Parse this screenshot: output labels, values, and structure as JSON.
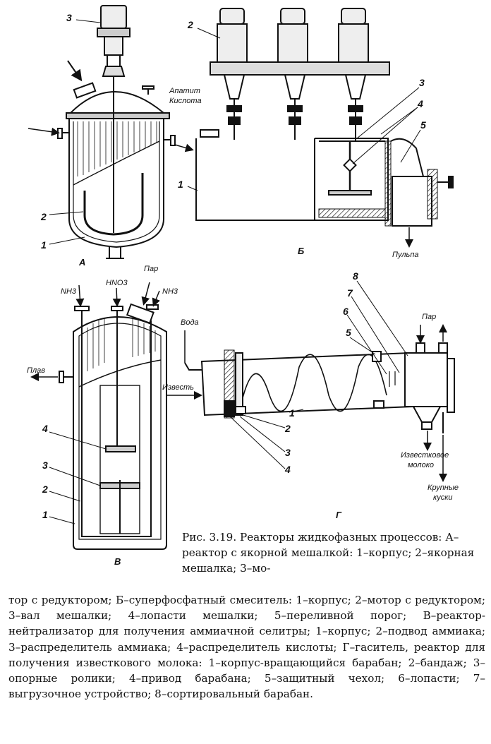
{
  "labels": {
    "A": {
      "letter": "А",
      "n1": "1",
      "n2": "2",
      "n3": "3"
    },
    "B": {
      "letter": "Б",
      "apatit": "Апатит",
      "kislota": "Кислота",
      "pulpa": "Пульпа",
      "n1": "1",
      "n2": "2",
      "n3": "3",
      "n4": "4",
      "n5": "5"
    },
    "V": {
      "letter": "В",
      "nh3_left": "NH3",
      "hno3": "HNO3",
      "par": "Пар",
      "nh3_right": "NH3",
      "plav": "Плав",
      "n1": "1",
      "n2": "2",
      "n3": "3",
      "n4": "4"
    },
    "G": {
      "letter": "Г",
      "voda": "Вода",
      "izvest": "Известь",
      "par": "Пар",
      "izv_moloko_1": "Известковое",
      "izv_moloko_2": "молоко",
      "krupnye_1": "Крупные",
      "krupnye_2": "куски",
      "n1": "1",
      "n2": "2",
      "n3": "3",
      "n4": "4",
      "n5": "5",
      "n6": "6",
      "n7": "7",
      "n8": "8"
    }
  },
  "caption": {
    "first": "Рис. 3.19. Реакторы жидкофазных процессов: А–реактор с якорной мешалкой: 1–корпус; 2–якорная мешалка; 3–мо-",
    "rest": "тор с редуктором; Б–суперфосфатный смеситель: 1–корпус; 2–мотор с редуктором; 3–вал мешалки; 4–лопасти мешалки; 5–переливной порог; В–реактор-нейтрализатор для получения аммиачной селитры; 1–корпус; 2–подвод аммиака; 3–распределитель аммиака; 4–распределитель кислоты; Г–гаситель, реактор для получения известкового молока: 1–корпус-вращающийся барабан; 2–бандаж; 3–опорные ролики; 4–привод барабана; 5–защитный чехол; 6–лопасти; 7–выгрузочное устройство; 8–сортировальный барабан."
  }
}
